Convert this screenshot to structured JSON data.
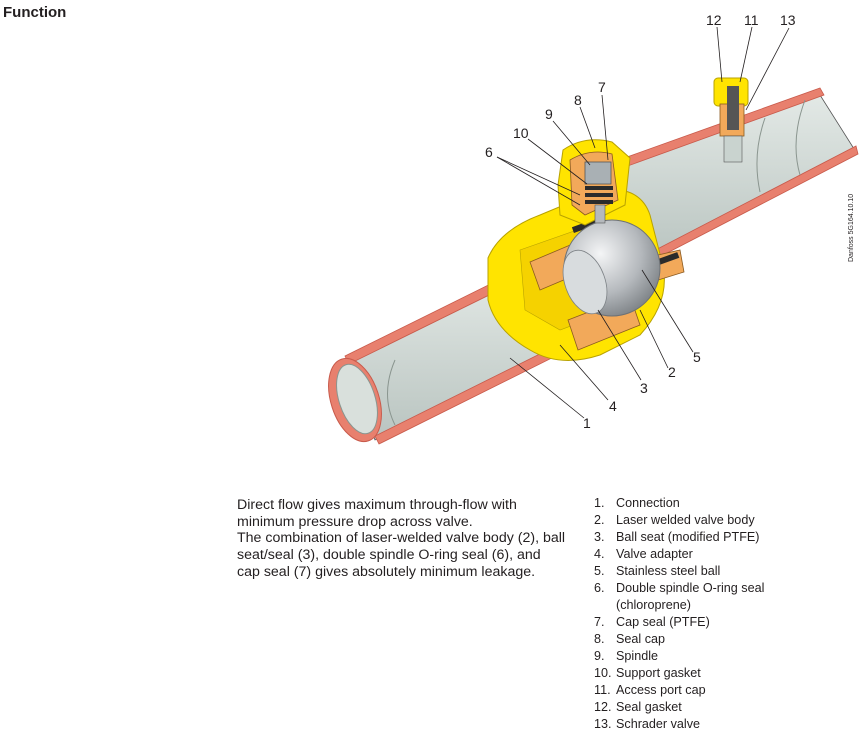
{
  "section_title": "Function",
  "figure": {
    "labels": [
      "1",
      "2",
      "3",
      "4",
      "5",
      "6",
      "7",
      "8",
      "9",
      "10",
      "11",
      "12",
      "13"
    ],
    "drawing_code": "Danfoss 5G164.10.10"
  },
  "description": {
    "paragraph_1": "Direct flow gives maximum through-flow with minimum pressure drop across valve.",
    "paragraph_2": "The combination of laser-welded valve body (2), ball seat/seal (3), double spindle O-ring seal (6), and cap seal (7) gives absolutely minimum leakage."
  },
  "parts": [
    {
      "num": "1.",
      "text": "Connection"
    },
    {
      "num": "2.",
      "text": "Laser welded valve body"
    },
    {
      "num": "3.",
      "text": "Ball seat (modified PTFE)"
    },
    {
      "num": "4.",
      "text": "Valve adapter"
    },
    {
      "num": "5.",
      "text": "Stainless steel ball"
    },
    {
      "num": "6.",
      "text": "Double spindle O-ring seal (chloroprene)"
    },
    {
      "num": "7.",
      "text": "Cap seal (PTFE)"
    },
    {
      "num": "8.",
      "text": "Seal cap"
    },
    {
      "num": "9.",
      "text": "Spindle"
    },
    {
      "num": "10.",
      "text": "Support gasket"
    },
    {
      "num": "11.",
      "text": "Access port cap"
    },
    {
      "num": "12.",
      "text": "Seal gasket"
    },
    {
      "num": "13.",
      "text": "Schrader valve"
    }
  ],
  "colors": {
    "copper": "#e8806e",
    "copper_dark": "#c85a4b",
    "pipe_inner": "#c9d3cf",
    "brass": "#ffe400",
    "adapter": "#f2a95a",
    "ball": "#b5b9bd",
    "seal": "#2b2b2b"
  }
}
